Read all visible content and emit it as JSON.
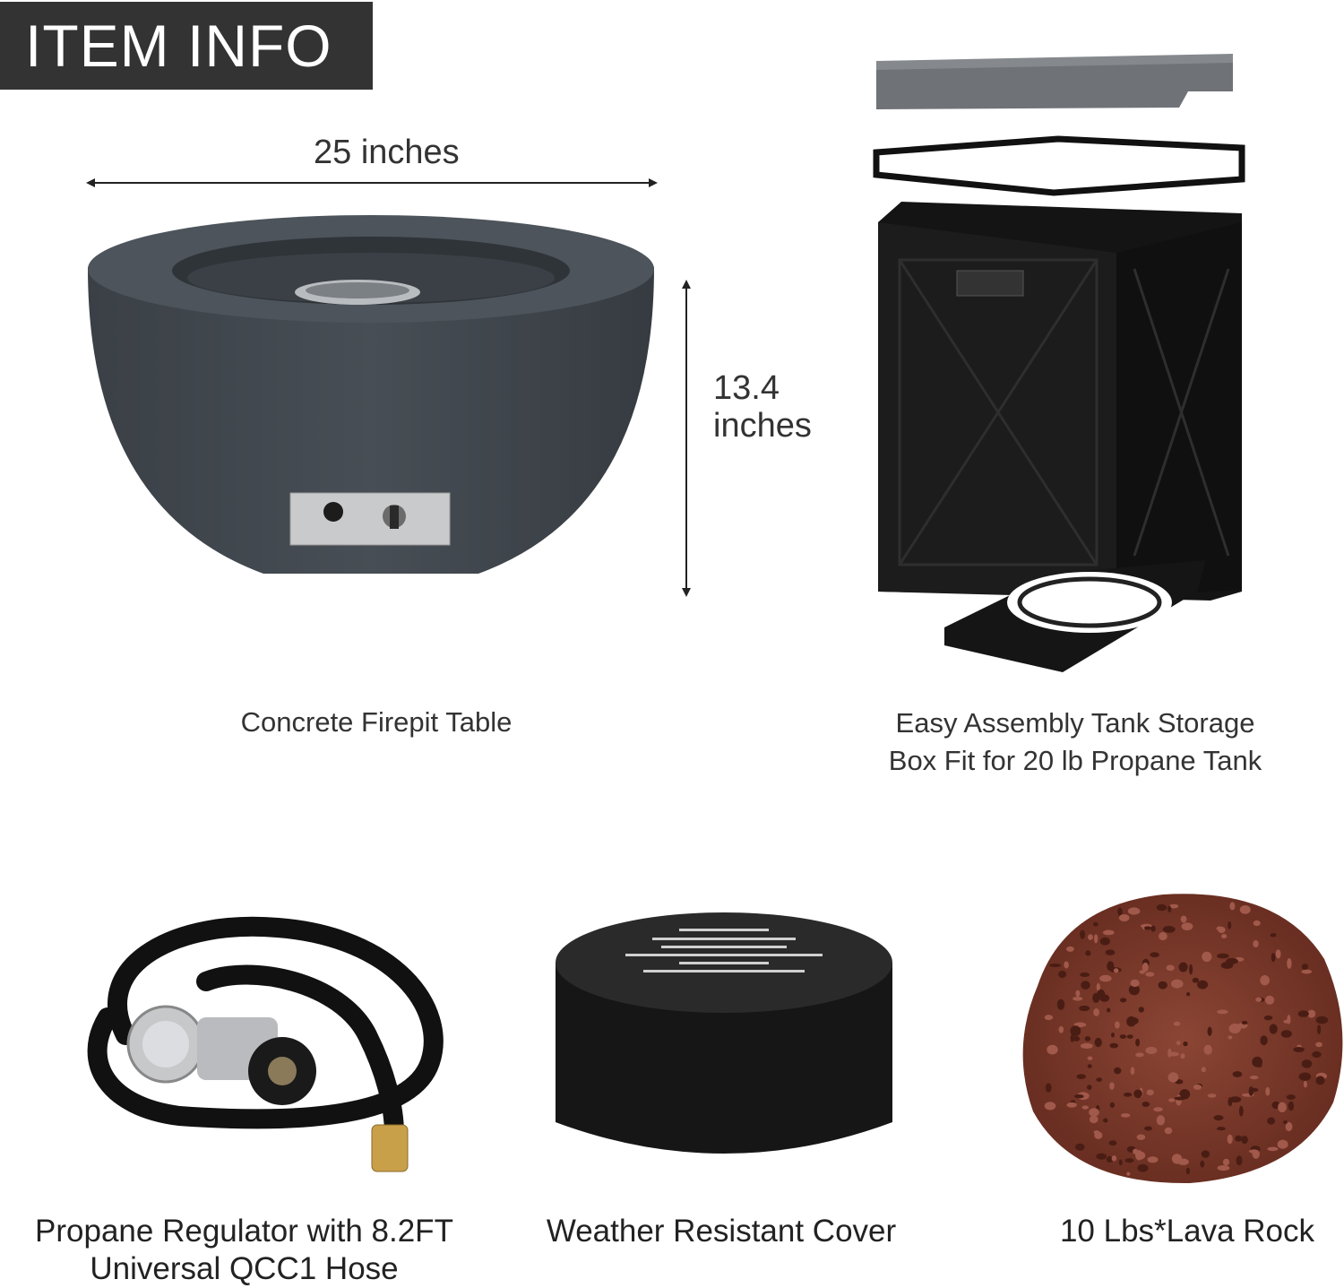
{
  "header": {
    "title": "ITEM INFO"
  },
  "dimensions": {
    "width_label": "25 inches",
    "height_line1": "13.4",
    "height_line2": "inches"
  },
  "items": {
    "firepit": {
      "caption": "Concrete Firepit Table"
    },
    "tank_box": {
      "caption_line1": "Easy Assembly Tank Storage",
      "caption_line2": "Box Fit for 20 lb Propane Tank"
    },
    "regulator": {
      "caption_line1": "Propane Regulator with 8.2FT",
      "caption_line2": "Universal QCC1 Hose"
    },
    "cover": {
      "caption": "Weather Resistant Cover"
    },
    "lava_rock": {
      "caption": "10 Lbs*Lava Rock"
    }
  },
  "colors": {
    "header_bg": "#333333",
    "firepit": "#3f454b",
    "box": "#141414",
    "lid": "#6f7377",
    "lava": "#7a3a2a"
  }
}
